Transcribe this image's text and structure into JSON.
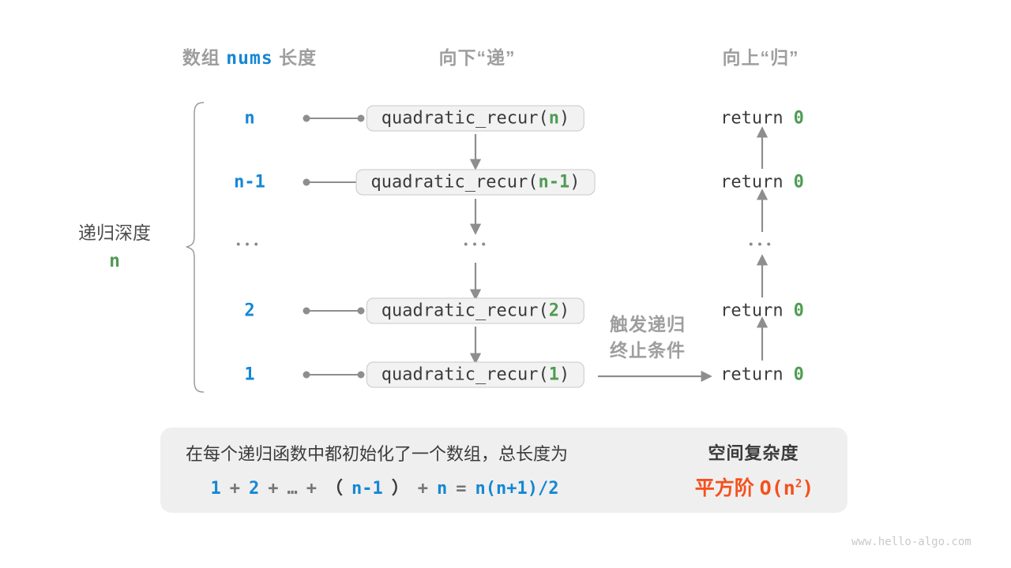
{
  "colors": {
    "blue_accent": "#1587d4",
    "green_accent": "#4e9c52",
    "orange_accent": "#f4511e",
    "gray_label": "#9e9e9e",
    "dark_text": "#3b3b3b",
    "box_bg": "#f2f2f2",
    "panel_bg": "#efefef",
    "arrow_gray": "#8e8e8e"
  },
  "title_row": {
    "col1": {
      "part1": "数组",
      "code": "nums",
      "part2": "长度"
    },
    "col2": "向下“递”",
    "col3": "向上“归”"
  },
  "depth_label": {
    "text": "递归深度",
    "value": "n"
  },
  "call": {
    "prefix": "quadratic_recur(",
    "suffix": ")"
  },
  "ret": {
    "keyword": "return",
    "value": "0"
  },
  "rows": [
    {
      "size": "n",
      "arg": "n"
    },
    {
      "size": "n-1",
      "arg": "n-1"
    },
    {
      "size": "•••"
    },
    {
      "size": "2",
      "arg": "2"
    },
    {
      "size": "1",
      "arg": "1"
    }
  ],
  "ellipsis": "•••",
  "trigger": {
    "line1": "触发递归",
    "line2": "终止条件"
  },
  "summary": {
    "sentence": "在每个递归函数中都初始化了一个数组，总长度为",
    "formula": [
      {
        "t": "1"
      },
      {
        "t": "+"
      },
      {
        "t": "2"
      },
      {
        "t": "+"
      },
      {
        "t": "…"
      },
      {
        "t": "+"
      },
      {
        "t": "（"
      },
      {
        "t": "n-1"
      },
      {
        "t": "）"
      },
      {
        "t": "+"
      },
      {
        "t": "n"
      },
      {
        "t": "="
      },
      {
        "t": "n(n+1)/2"
      }
    ],
    "result_title": "空间复杂度",
    "result": {
      "word": "平方阶",
      "o_open": "O(n",
      "sup": "2",
      "close": ")"
    }
  },
  "footer": "www.hello-algo.com"
}
